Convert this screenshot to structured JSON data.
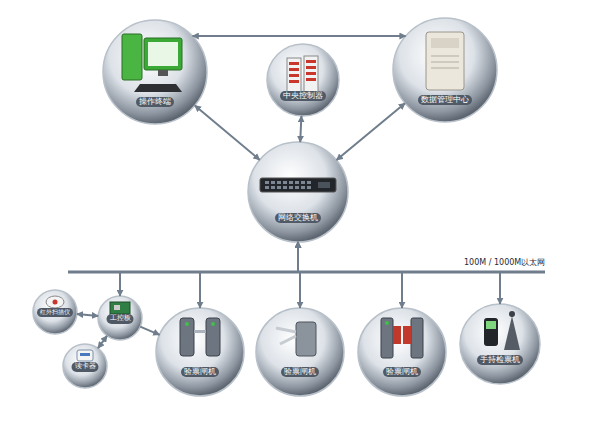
{
  "diagram": {
    "nodes": [
      {
        "text": [
          "操作终端"
        ]
      },
      {
        "text": [
          "中央控制器"
        ]
      },
      {
        "text": [
          "数据管理中心"
        ]
      },
      {
        "text": [
          "网络交换机"
        ]
      },
      {
        "text": [
          "红外扫描仪"
        ]
      },
      {
        "text": [
          "工控板"
        ]
      },
      {
        "text": [
          "读卡器"
        ]
      },
      {
        "text": [
          "验票闸机"
        ]
      },
      {
        "text": [
          "验票闸机"
        ]
      },
      {
        "text": [
          "验票闸机"
        ]
      },
      {
        "text": [
          "手持检票机"
        ]
      }
    ],
    "edges": [
      {
        "from": 0,
        "to": 2,
        "arrow": "both"
      },
      {
        "from": 0,
        "to": 3,
        "arrow": "both"
      },
      {
        "from": 1,
        "to": 3,
        "arrow": "both"
      },
      {
        "from": 2,
        "to": 3,
        "arrow": "both"
      },
      {
        "from": 3,
        "to": 5,
        "arrow": "both"
      },
      {
        "from": 3,
        "to": 7,
        "arrow": "both"
      },
      {
        "from": 3,
        "to": 8,
        "arrow": "both"
      },
      {
        "from": 3,
        "to": 9,
        "arrow": "both"
      },
      {
        "from": 3,
        "to": 10,
        "arrow": "both"
      },
      {
        "from": 4,
        "to": 5,
        "arrow": "both"
      },
      {
        "from": 6,
        "to": 5,
        "arrow": "both"
      },
      {
        "from": 5,
        "to": 7,
        "arrow": "to"
      }
    ],
    "labels": [
      "100M / 1000M以太网"
    ]
  }
}
